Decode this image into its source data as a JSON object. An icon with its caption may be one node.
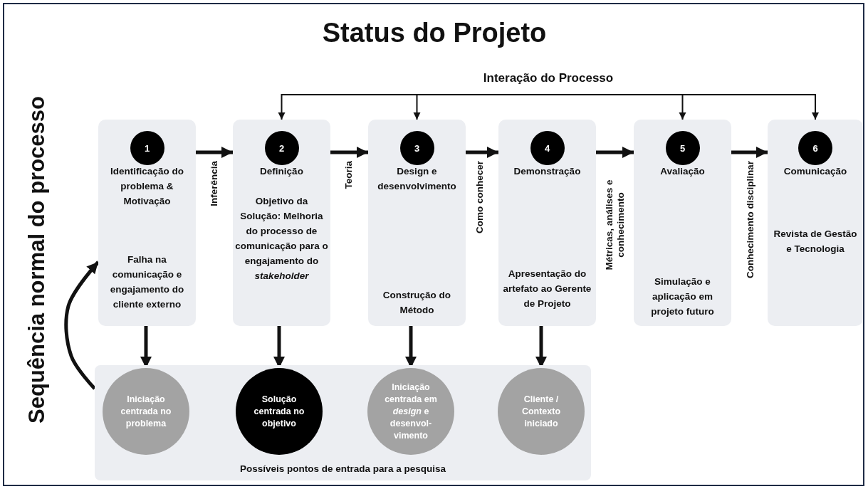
{
  "diagram": {
    "title": "Status do Projeto",
    "nodes": [
      {
        "text": [
          "Interação do Processo"
        ]
      },
      {
        "text": [
          "Identificação do problema & Motivação",
          "Falha na comunicação e engajamento do cliente externo"
        ]
      },
      {
        "text": [
          "Definição",
          "Objetivo da Solução: Melhoria do processo de comunicação para o engajamento do *stakeholder*"
        ]
      },
      {
        "text": [
          "Design e desenvolvimento",
          "Construção do Método"
        ]
      },
      {
        "text": [
          "Demonstração",
          "Apresentação do artefato ao Gerente de Projeto"
        ]
      },
      {
        "text": [
          "Avaliação",
          "Simulação e aplicação em projeto futuro"
        ]
      },
      {
        "text": [
          "Comunicação",
          "Revista de Gestão e Tecnologia"
        ]
      },
      {
        "text": [
          "1"
        ],
        "in": 1
      },
      {
        "text": [
          "2"
        ],
        "in": 2
      },
      {
        "text": [
          "3"
        ],
        "in": 3
      },
      {
        "text": [
          "4"
        ],
        "in": 4
      },
      {
        "text": [
          "5"
        ],
        "in": 5
      },
      {
        "text": [
          "6"
        ],
        "in": 6
      },
      {
        "text": [
          "Possíveis pontos de entrada para a pesquisa"
        ]
      },
      {
        "text": [
          "Iniciação centrada no problema"
        ],
        "in": 13
      },
      {
        "text": [
          "Solução centrada no objetivo"
        ],
        "in": 13
      },
      {
        "text": [
          "Iniciação centrada em *design* e desenvol-vimento"
        ],
        "in": 13
      },
      {
        "text": [
          "Cliente / Contexto iniciado"
        ],
        "in": 13
      }
    ],
    "edges": [
      {
        "from": 1,
        "to": 2,
        "arrow": "to",
        "label": "Inferência"
      },
      {
        "from": 2,
        "to": 3,
        "arrow": "to",
        "label": "Teoria"
      },
      {
        "from": 3,
        "to": 4,
        "arrow": "to",
        "label": "Como conhecer"
      },
      {
        "from": 4,
        "to": 5,
        "arrow": "to",
        "label": "Métricas, análises e conhecimento"
      },
      {
        "from": 5,
        "to": 6,
        "arrow": "to",
        "label": "Conhecimento disciplinar"
      },
      {
        "from": 0,
        "to": 2,
        "arrow": "to"
      },
      {
        "from": 0,
        "to": 3,
        "arrow": "to"
      },
      {
        "from": 0,
        "to": 5,
        "arrow": "to"
      },
      {
        "from": 0,
        "to": 6,
        "arrow": "to"
      },
      {
        "from": 1,
        "to": 14,
        "arrow": "to"
      },
      {
        "from": 2,
        "to": 15,
        "arrow": "to"
      },
      {
        "from": 3,
        "to": 16,
        "arrow": "to"
      },
      {
        "from": 4,
        "to": 17,
        "arrow": "to"
      },
      {
        "from": 13,
        "to": 1,
        "arrow": "to"
      }
    ],
    "labels": [
      "Sequência normal do processo"
    ]
  }
}
